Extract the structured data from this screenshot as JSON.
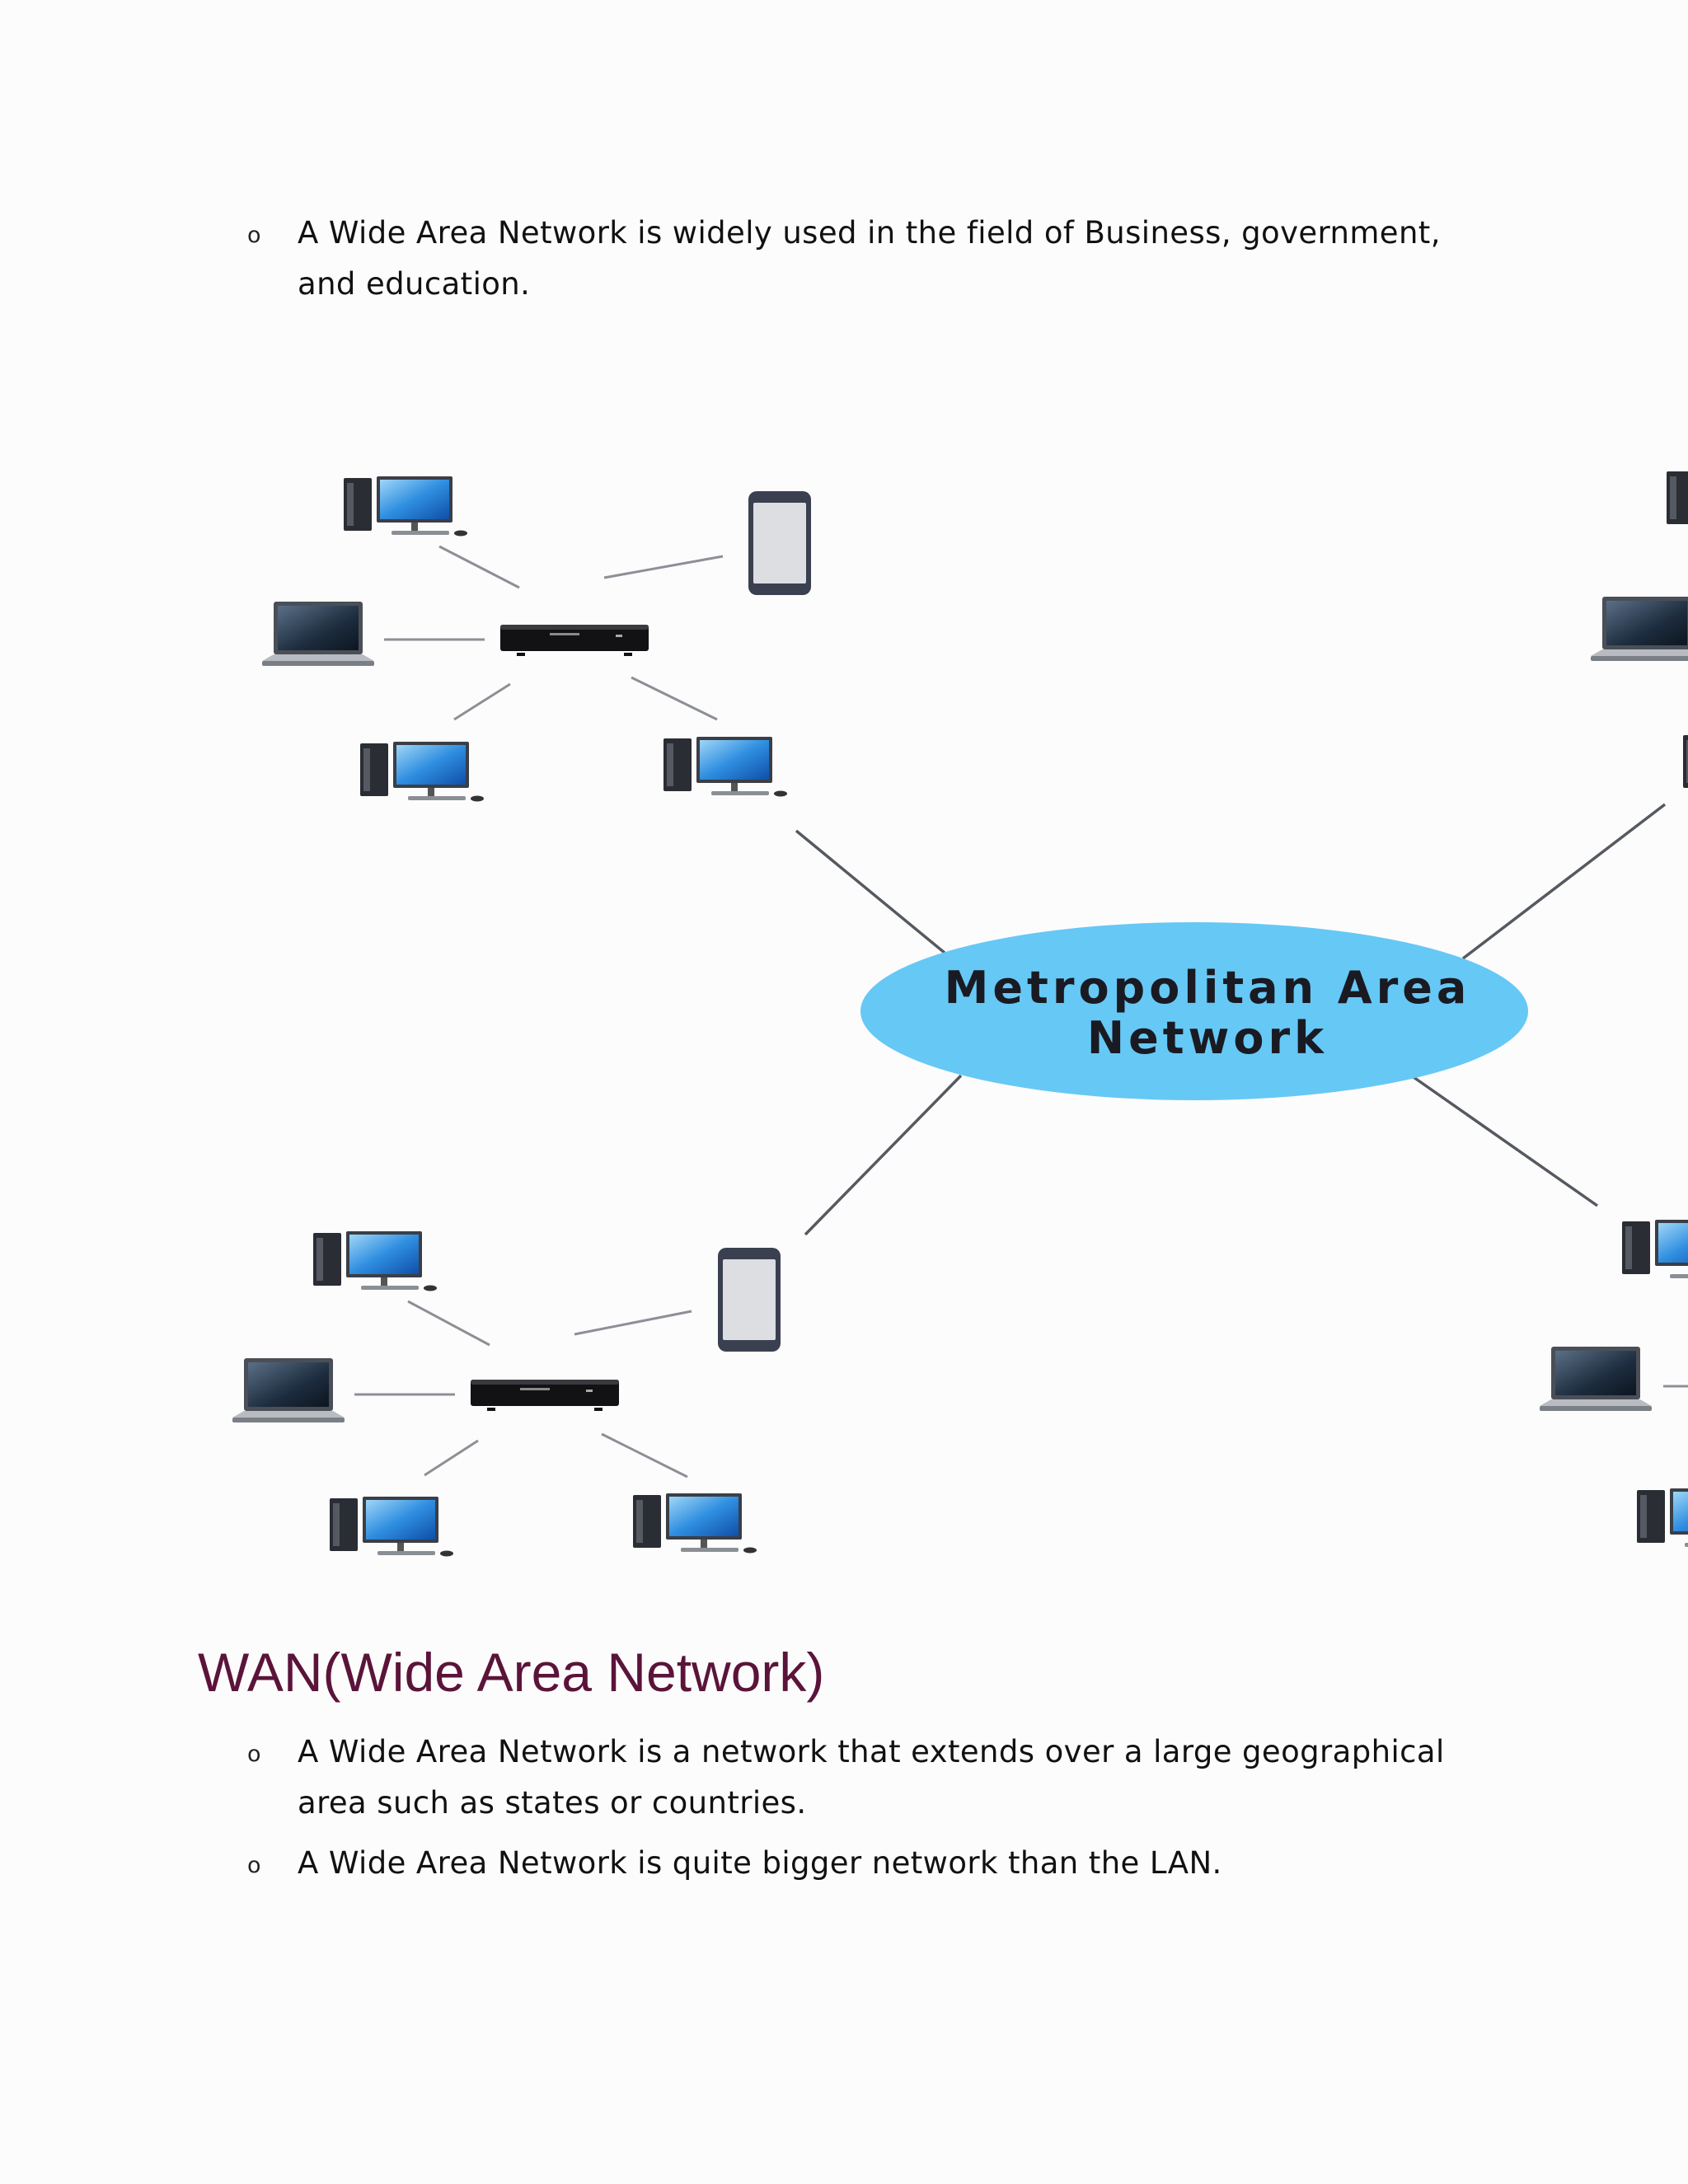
{
  "top_list": [
    {
      "text": "A Wide Area Network is widely used in the field of Business, government, and education."
    }
  ],
  "figure": {
    "center_label_line1": "Metropolitan Area",
    "center_label_line2": "Network",
    "center_color": "#66c8f5"
  },
  "section": {
    "heading": "WAN(Wide Area Network)",
    "heading_color": "#5b1439",
    "items": [
      {
        "text": "A Wide Area Network is a network that extends over a large geographical area such as states or countries."
      },
      {
        "text": "A Wide Area Network is quite bigger network than the LAN."
      }
    ]
  },
  "bullet_symbol": "o"
}
